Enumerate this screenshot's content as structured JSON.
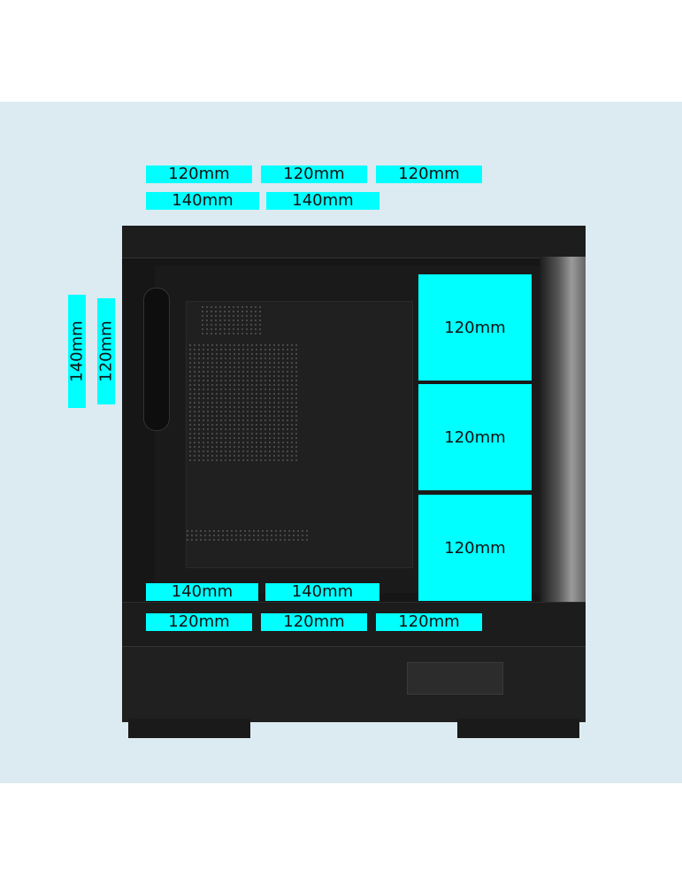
{
  "top_labels_row1": [
    "120mm",
    "120mm",
    "120mm"
  ],
  "top_labels_row2": [
    "140mm",
    "140mm"
  ],
  "rear_labels": [
    "140mm",
    "120mm"
  ],
  "front_labels": [
    "120mm",
    "120mm",
    "120mm"
  ],
  "bottom_labels_row1": [
    "140mm",
    "140mm"
  ],
  "bottom_labels_row2": [
    "120mm",
    "120mm",
    "120mm"
  ],
  "colors": {
    "label": "#00ffff",
    "background": "#dcebf1",
    "case": "#161616"
  }
}
